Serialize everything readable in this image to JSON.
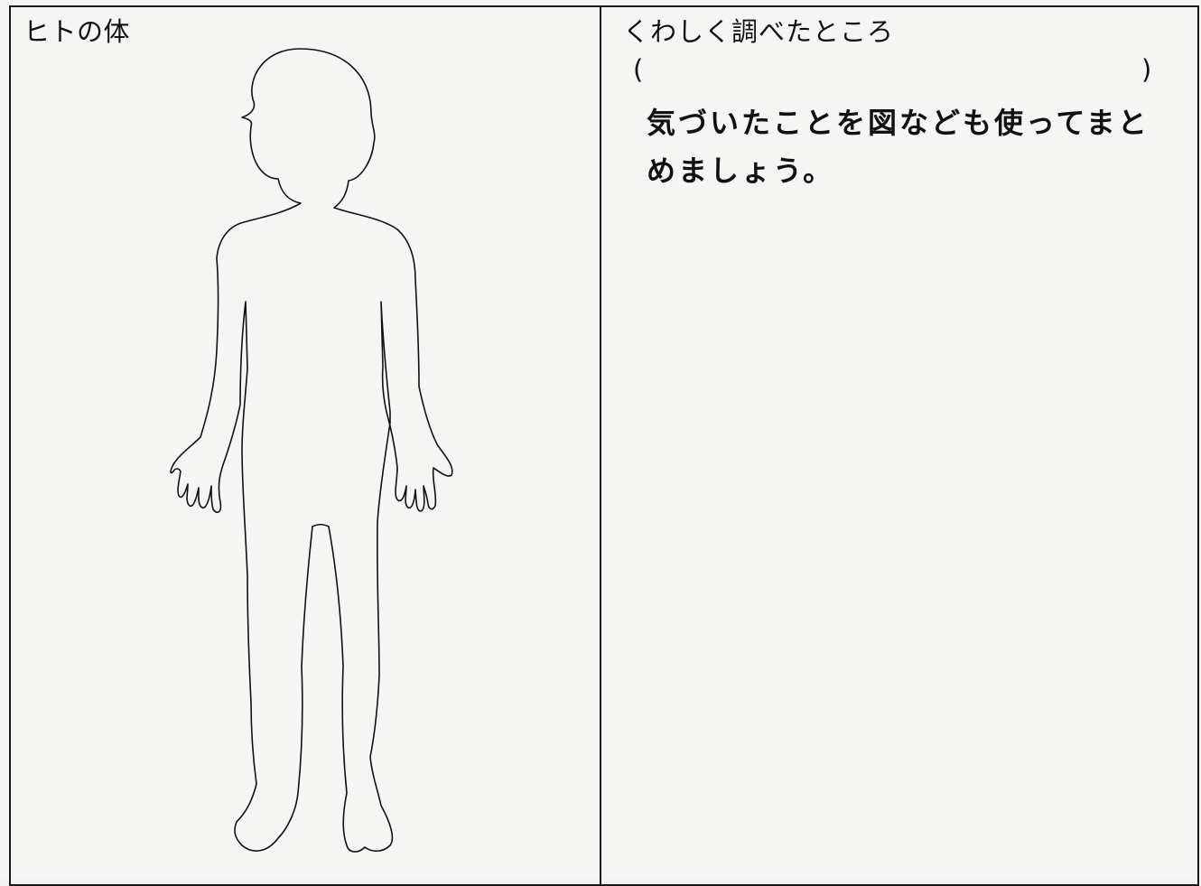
{
  "worksheet": {
    "left_panel": {
      "title": "ヒトの体"
    },
    "right_panel": {
      "title": "くわしく調べたところ",
      "paren_open": "(",
      "paren_close": ")",
      "instruction": "気づいたことを図なども使ってまと\nめましょう。"
    }
  },
  "icons": {
    "figure": "human-body-outline-icon"
  },
  "colors": {
    "paper": "#f5f5f4",
    "line": "#1a1a1a"
  }
}
